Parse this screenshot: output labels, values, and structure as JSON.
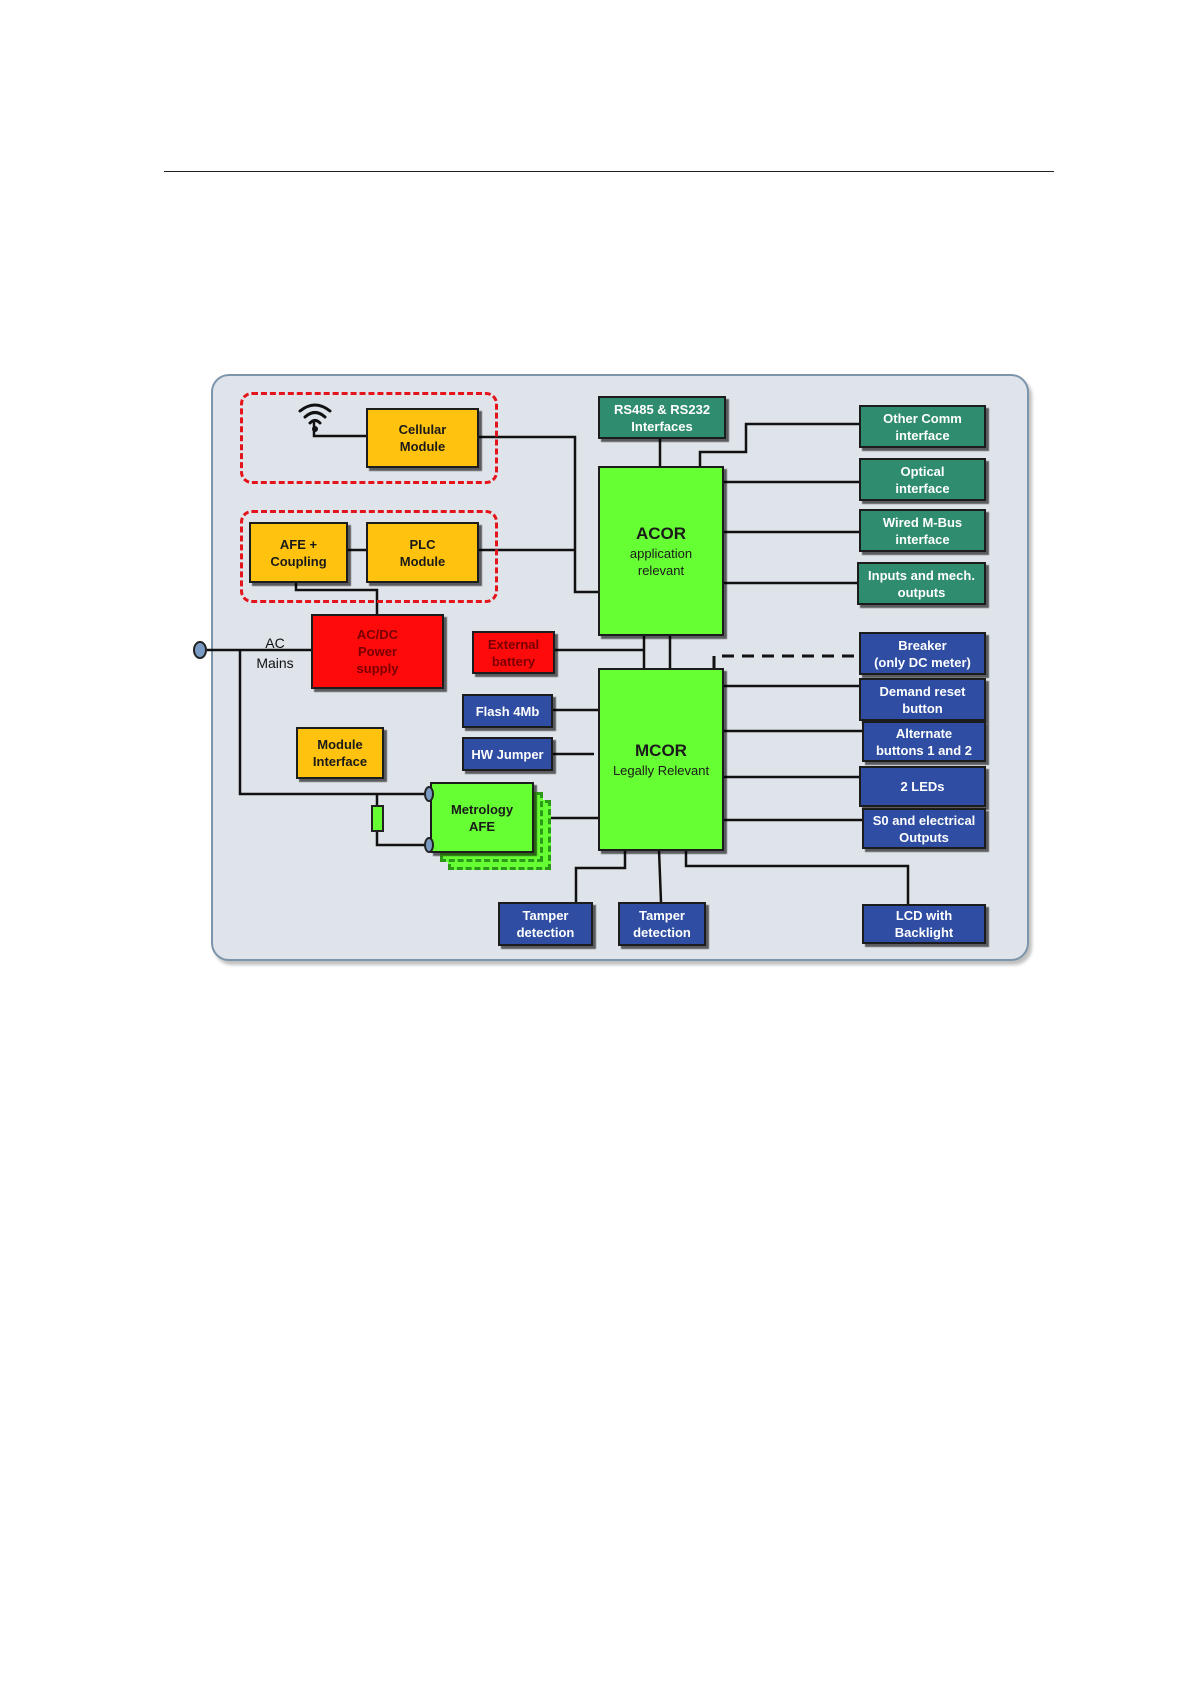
{
  "diagram": {
    "nodes": {
      "cellular_module": "Cellular\nModule",
      "afe_coupling": "AFE +\nCoupling",
      "plc_module": "PLC\nModule",
      "acdc_power_supply": "AC/DC\nPower\nsupply",
      "external_battery": "External\nbattery",
      "flash": "Flash 4Mb",
      "hw_jumper": "HW Jumper",
      "module_interface": "Module\nInterface",
      "metrology_afe": "Metrology\nAFE",
      "acor_title": "ACOR",
      "acor_subtitle": "application\nrelevant",
      "mcor_title": "MCOR",
      "mcor_subtitle": "Legally Relevant",
      "rs485_rs232": "RS485 & RS232\nInterfaces",
      "other_comm": "Other Comm\ninterface",
      "optical": "Optical\ninterface",
      "wired_mbus": "Wired M-Bus\ninterface",
      "inputs_outputs": "Inputs and mech.\noutputs",
      "breaker": "Breaker\n(only DC meter)",
      "demand_reset": "Demand reset\nbutton",
      "alternate_buttons": "Alternate\nbuttons 1 and 2",
      "leds": "2 LEDs",
      "s0_outputs": "S0 and electrical\nOutputs",
      "tamper_1": "Tamper\ndetection",
      "tamper_2": "Tamper\ndetection",
      "lcd": "LCD with\nBacklight"
    },
    "ac_mains_label": "AC\nMains",
    "colors": {
      "communication_module": "#ffc20e",
      "power": "#ff0a0a",
      "core": "#66ff33",
      "acor_peripheral": "#2f8c6e",
      "mcor_peripheral": "#2e4da3",
      "optional_group_border": "#e4141b",
      "panel_background": "#dfe4ea"
    },
    "icons": [
      "wifi-icon",
      "ac-connector-icon"
    ]
  }
}
